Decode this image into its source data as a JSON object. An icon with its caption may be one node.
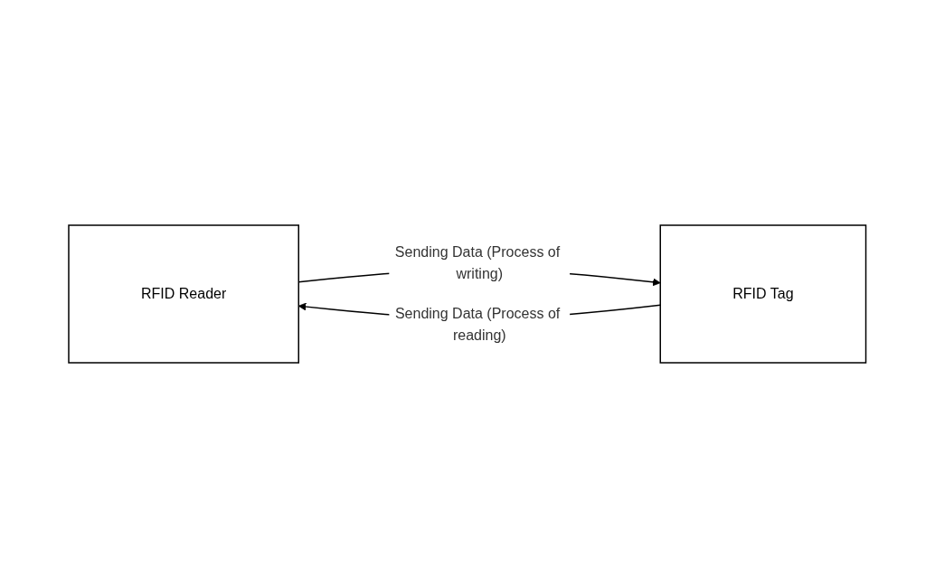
{
  "diagram": {
    "nodes": [
      {
        "text": [
          "RFID Reader"
        ]
      },
      {
        "text": [
          "RFID Tag"
        ]
      }
    ],
    "edges": [
      {
        "from": 0,
        "to": 1,
        "arrow": "to",
        "label": "Sending Data (Process of writing)"
      },
      {
        "from": 1,
        "to": 0,
        "arrow": "to",
        "label": "Sending Data (Process of reading)"
      }
    ]
  }
}
